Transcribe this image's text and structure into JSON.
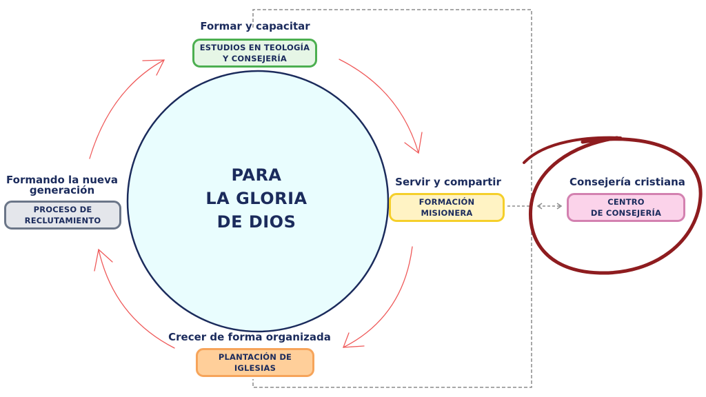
{
  "center": {
    "label": "PARA\nLA GLORIA\nDE DIOS"
  },
  "nodes": {
    "top": {
      "heading": "Formar y capacitar",
      "box": "ESTUDIOS EN TEOLOGÍA\nY CONSEJERÍA"
    },
    "right": {
      "heading": "Servir y compartir",
      "box": "FORMACIÓN\nMISIONERA"
    },
    "bottom": {
      "heading": "Crecer de forma organizada",
      "box": "PLANTACIÓN DE\nIGLESIAS"
    },
    "left": {
      "heading": "Formando la nueva\ngeneración",
      "box": "PROCESO DE\nRECLUTAMIENTO"
    },
    "external": {
      "heading": "Consejería cristiana",
      "box": "CENTRO\nDE CONSEJERÍA"
    }
  },
  "colors": {
    "text": "#1b2b5c",
    "circle_fill": "#e9fdfe",
    "circle_stroke": "#1b2b5c",
    "arrow": "#ef5a5a",
    "highlight_ring": "#8e1c1f",
    "dashed_line": "#8a8a8a",
    "top_fill": "#e6f6e6",
    "top_border": "#4caf50",
    "right_fill": "#fff3c4",
    "right_border": "#f5cf2a",
    "bottom_fill": "#ffcf9a",
    "bottom_border": "#f6a45a",
    "left_fill": "#e4e6eb",
    "left_border": "#6b7688",
    "external_fill": "#fbd3ea",
    "external_border": "#d381b0"
  }
}
